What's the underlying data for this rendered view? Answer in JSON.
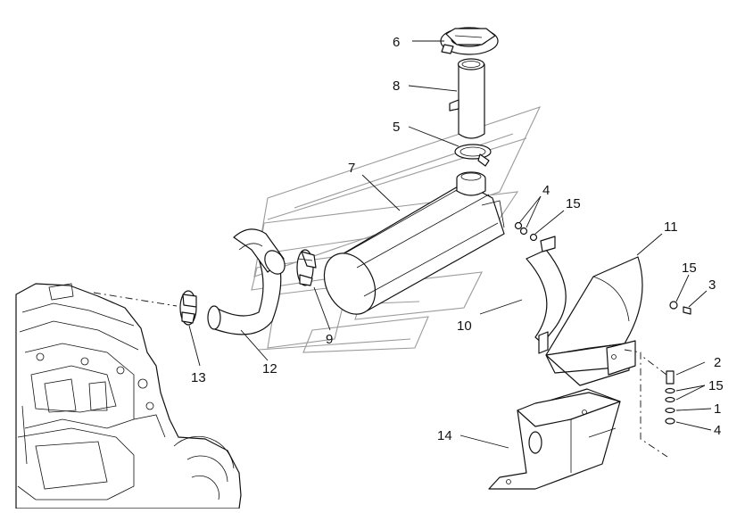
{
  "callouts": [
    {
      "id": "c6",
      "label": "6"
    },
    {
      "id": "c8",
      "label": "8"
    },
    {
      "id": "c5",
      "label": "5"
    },
    {
      "id": "c7",
      "label": "7"
    },
    {
      "id": "c4a",
      "label": "4"
    },
    {
      "id": "c15a",
      "label": "15"
    },
    {
      "id": "c11",
      "label": "11"
    },
    {
      "id": "c15b",
      "label": "15"
    },
    {
      "id": "c3",
      "label": "3"
    },
    {
      "id": "c10",
      "label": "10"
    },
    {
      "id": "c9",
      "label": "9"
    },
    {
      "id": "c12",
      "label": "12"
    },
    {
      "id": "c13",
      "label": "13"
    },
    {
      "id": "c2",
      "label": "2"
    },
    {
      "id": "c15c",
      "label": "15"
    },
    {
      "id": "c1",
      "label": "1"
    },
    {
      "id": "c4b",
      "label": "4"
    },
    {
      "id": "c14",
      "label": "14"
    }
  ]
}
